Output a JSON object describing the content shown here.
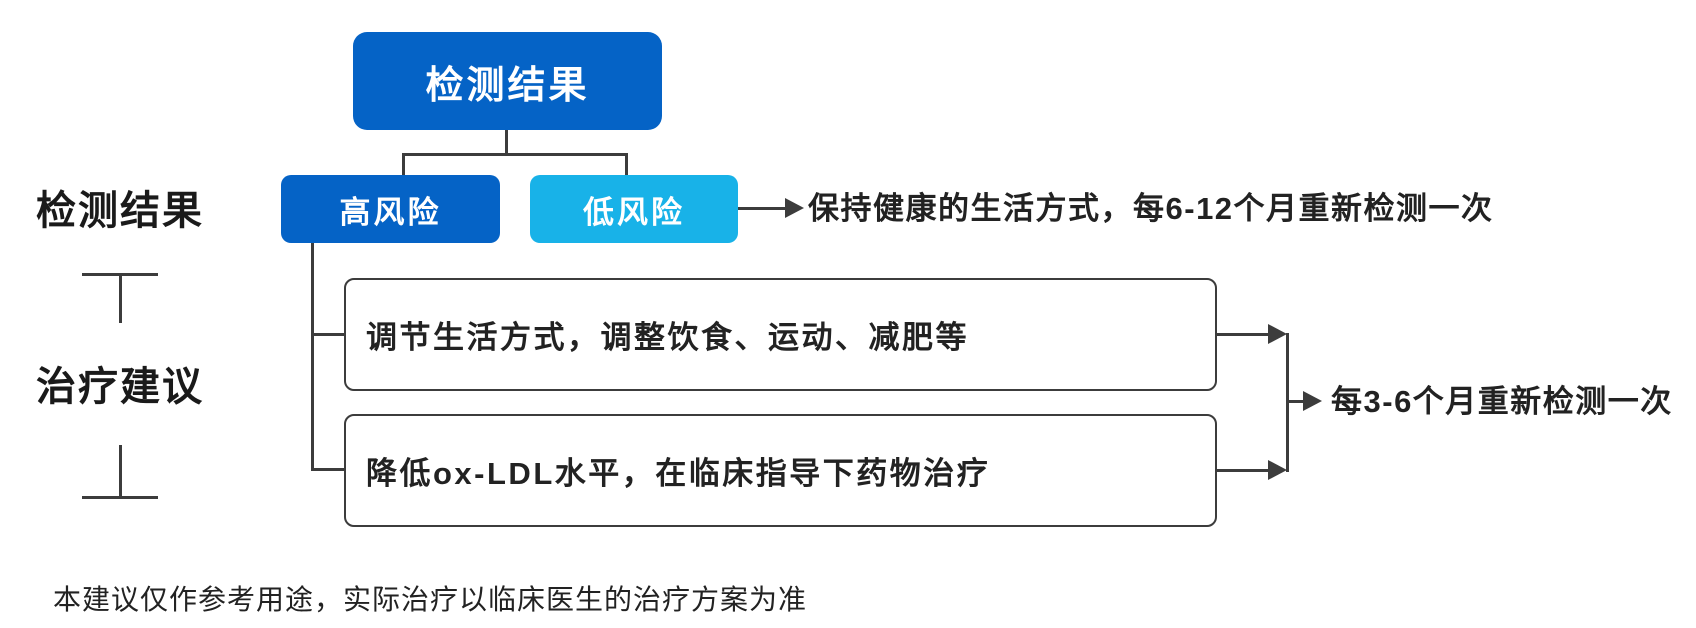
{
  "colors": {
    "primary_blue": "#0563C6",
    "light_blue": "#18B2E8",
    "line": "#3C3C3C",
    "text": "#222222"
  },
  "side_labels": {
    "results": "检测结果",
    "advice": "治疗建议"
  },
  "flowchart": {
    "root_label": "检测结果",
    "high_risk_label": "高风险",
    "low_risk_label": "低风险",
    "low_risk_note": "保持健康的生活方式，每6-12个月重新检测一次",
    "treatments": [
      {
        "label": "调节生活方式，调整饮食、运动、减肥等"
      },
      {
        "label": "降低ox-LDL水平，在临床指导下药物治疗"
      }
    ],
    "high_risk_note": "每3-6个月重新检测一次"
  },
  "footer": {
    "disclaimer": "本建议仅作参考用途，实际治疗以临床医生的治疗方案为准"
  }
}
